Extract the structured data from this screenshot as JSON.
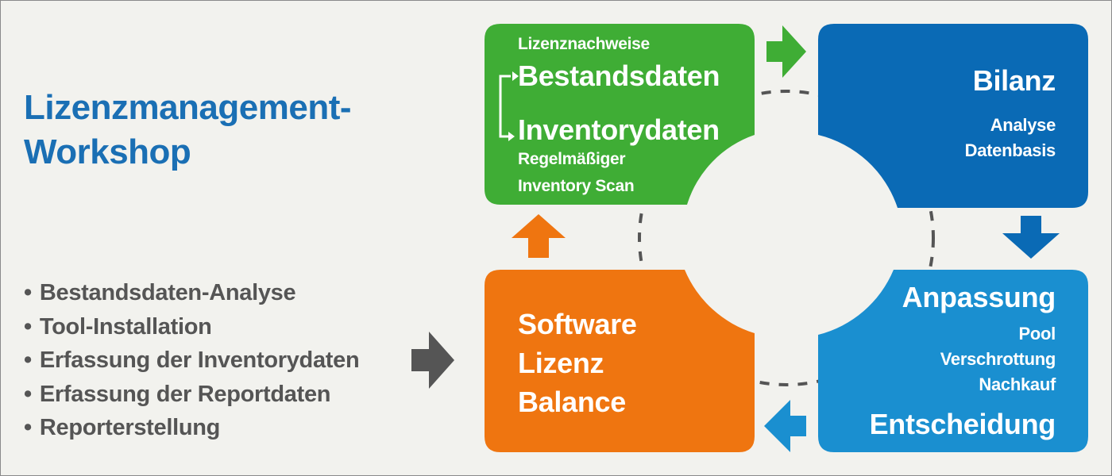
{
  "title": {
    "line1": "Lizenzmanagement-",
    "line2": "Workshop"
  },
  "bullets": [
    "Bestandsdaten-Analyse",
    "Tool-Installation",
    "Erfassung der Inventorydaten",
    "Erfassung der Reportdaten",
    "Reporterstellung"
  ],
  "green_box": {
    "top": "Lizenznachweise",
    "heading1": "Bestandsdaten",
    "heading2": "Inventorydaten",
    "sub1": "Regelmäßiger",
    "sub2": "Inventory Scan"
  },
  "dark_blue_box": {
    "heading": "Bilanz",
    "sub1": "Analyse",
    "sub2": "Datenbasis"
  },
  "light_blue_box": {
    "heading": "Anpassung",
    "items": [
      "Pool",
      "Verschrottung",
      "Nachkauf"
    ],
    "footer": "Entscheidung"
  },
  "orange_box": {
    "lines": [
      "Software",
      "Lizenz",
      "Balance"
    ]
  },
  "colors": {
    "green": "#3fad35",
    "dark_blue": "#0a6ab5",
    "light_blue": "#1a8fd0",
    "orange": "#ef7510",
    "gray_arrow": "#555555",
    "title_blue": "#1a6fb4"
  }
}
